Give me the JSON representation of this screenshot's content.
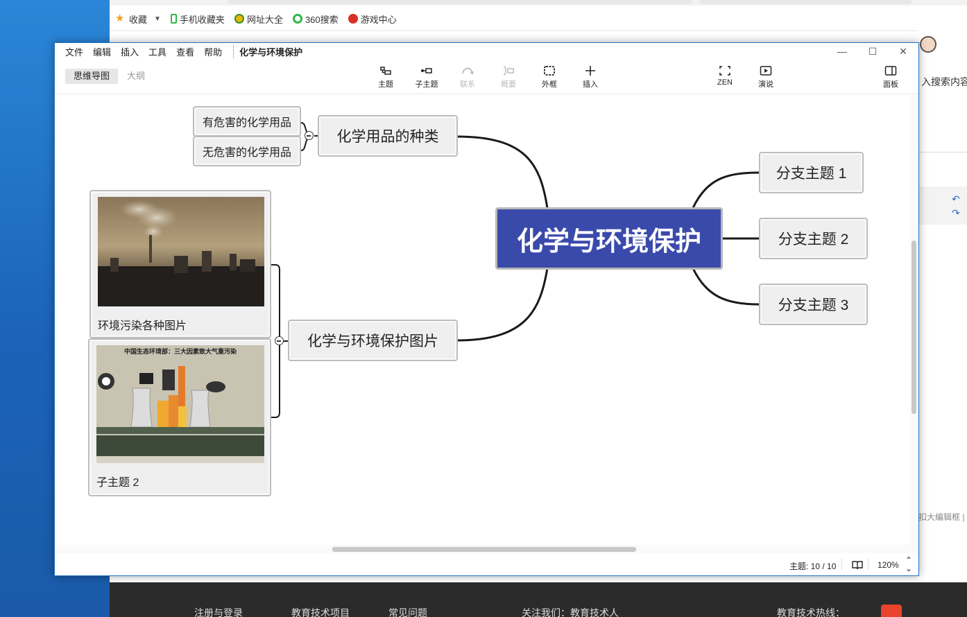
{
  "browser": {
    "bookmarks": [
      {
        "label": "收藏",
        "icon": "star-icon",
        "color": "#f0a020"
      },
      {
        "label": "手机收藏夹",
        "icon": "phone-icon",
        "color": "#2fb84a"
      },
      {
        "label": "网址大全",
        "icon": "globe-icon",
        "color": "#e6b800"
      },
      {
        "label": "360搜索",
        "icon": "search-icon",
        "color": "#2fb84a"
      },
      {
        "label": "游戏中心",
        "icon": "game-icon",
        "color": "#d93025"
      }
    ],
    "side_search_text": "入搜索内容",
    "side_editor_text": "扣大编辑框 | 绡",
    "footer_links": [
      "注册与登录",
      "教育技术项目",
      "常见问题",
      "关注我们：教育技术人",
      "教育技术热线："
    ]
  },
  "app": {
    "menu": [
      "文件",
      "编辑",
      "插入",
      "工具",
      "查看",
      "帮助"
    ],
    "document_title": "化学与环境保护",
    "window_controls": [
      "minimize-icon",
      "maximize-icon",
      "close-icon"
    ],
    "view_tabs": {
      "active": "思维导图",
      "inactive": "大纲"
    },
    "tools": [
      {
        "label": "主题",
        "icon": "topic-icon",
        "enabled": true
      },
      {
        "label": "子主题",
        "icon": "subtopic-icon",
        "enabled": true
      },
      {
        "label": "联系",
        "icon": "relationship-icon",
        "enabled": false
      },
      {
        "label": "概要",
        "icon": "summary-icon",
        "enabled": false
      },
      {
        "label": "外框",
        "icon": "boundary-icon",
        "enabled": true
      },
      {
        "label": "插入",
        "icon": "plus-icon",
        "enabled": true
      },
      {
        "label": "ZEN",
        "icon": "fullscreen-icon",
        "enabled": true
      },
      {
        "label": "演说",
        "icon": "play-icon",
        "enabled": true
      },
      {
        "label": "面板",
        "icon": "panel-icon",
        "enabled": true
      }
    ],
    "status": {
      "topic_count_label": "主题: 10 / 10",
      "zoom": "120%"
    },
    "accent_color": "#3a4aab"
  },
  "mindmap": {
    "central": "化学与环境保护",
    "branch_types": "化学用品的种类",
    "types_children": [
      "有危害的化学用品",
      "无危害的化学用品"
    ],
    "branch_images": "化学与环境保护图片",
    "images_children": [
      {
        "caption": "环境污染各种图片",
        "image": "industrial-smog-photo"
      },
      {
        "caption": "子主题 2",
        "image": "air-pollution-infographic",
        "infographic_title": "中国生态环境部：三大因素致大气重污染"
      }
    ],
    "right_branches": [
      "分支主题 1",
      "分支主题 2",
      "分支主题 3"
    ]
  }
}
